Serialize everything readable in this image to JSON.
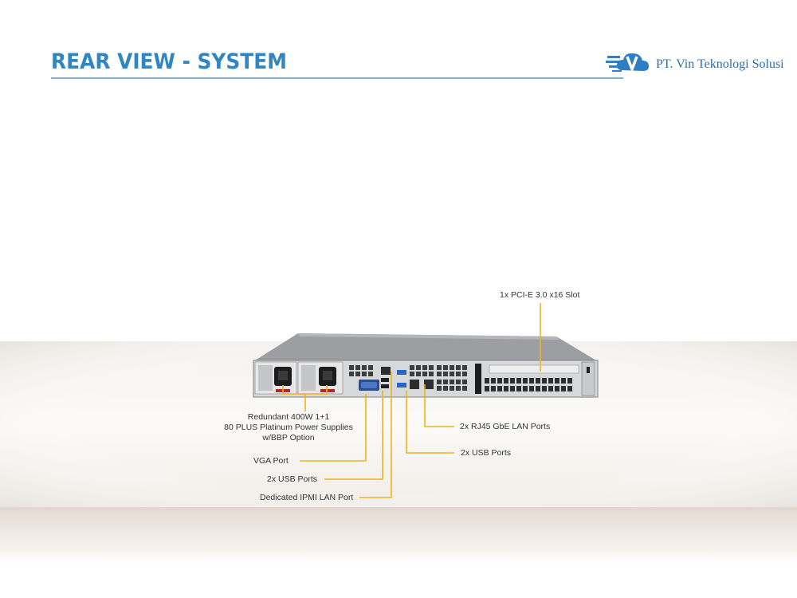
{
  "header": {
    "title": "REAR VIEW - SYSTEM",
    "company": "PT. Vin Teknologi Solusi",
    "logo_letter": "V"
  },
  "callouts": {
    "pcie": "1x PCI-E 3.0 x16 Slot",
    "psu_line1": "Redundant  400W 1+1",
    "psu_line2": "80 PLUS Platinum  Power Supplies",
    "psu_line3": "w/BBP Option",
    "vga": "VGA Port",
    "usb_left": "2x USB Ports",
    "ipmi": "Dedicated IPMI  LAN Port",
    "rj45": "2x RJ45 GbE LAN Ports",
    "usb_right": "2x USB Ports"
  },
  "colors": {
    "accent": "#2f86c3",
    "callout_line": "#f2b21b",
    "chassis": "#8a8c8f"
  }
}
